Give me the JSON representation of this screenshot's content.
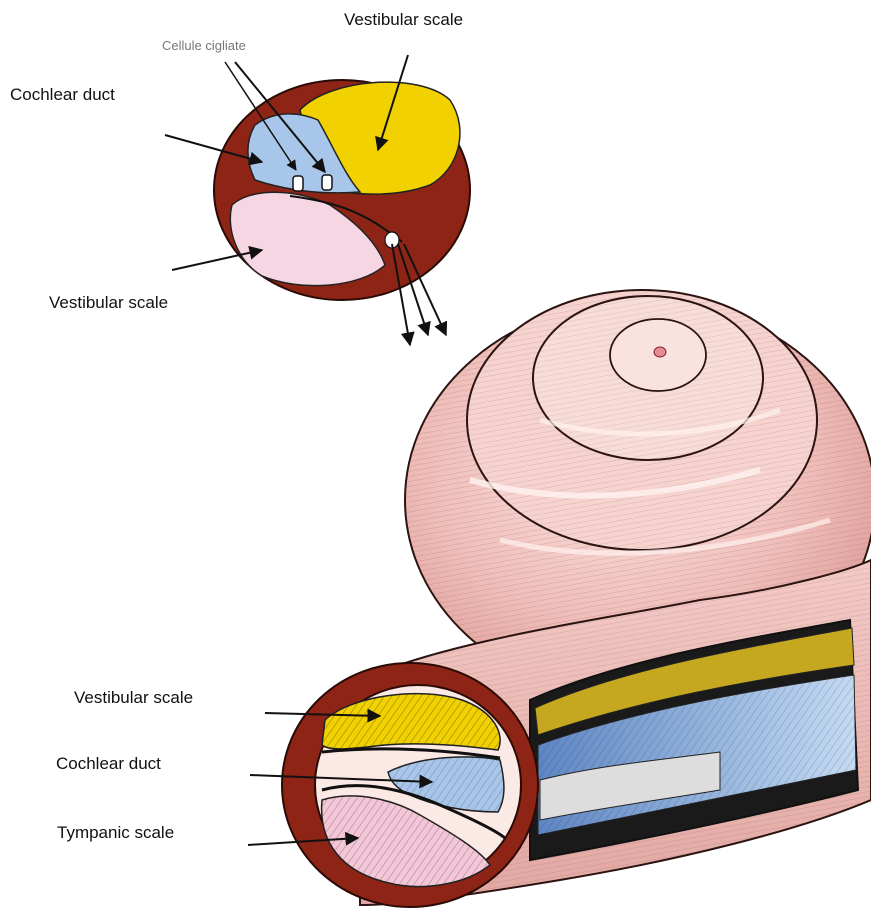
{
  "labels": {
    "top_vestibular_scale": "Vestibular scale",
    "cellule_cigliate": "Cellule cigliate",
    "top_cochlear_duct": "Cochlear duct",
    "top_vestibular_scale_lower": "Vestibular scale",
    "bottom_vestibular_scale": "Vestibular scale",
    "bottom_cochlear_duct": "Cochlear duct",
    "bottom_tympanic_scale": "Tympanic scale"
  },
  "colors": {
    "wall": "#8e2415",
    "wall_dark": "#6b160c",
    "vestibular": "#f2d100",
    "duct": "#a8c6ea",
    "tympanic": "#f6d6e2",
    "shell": "#f1c8c4",
    "shell_dark": "#dca09c",
    "ink": "#111111"
  }
}
